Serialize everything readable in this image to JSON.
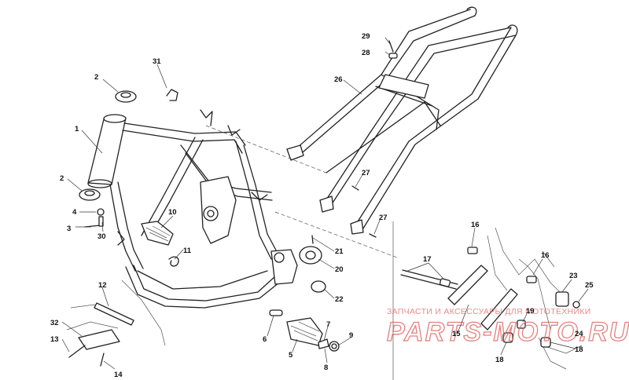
{
  "diagram": {
    "callouts": [
      {
        "id": "1",
        "label": "1"
      },
      {
        "id": "2a",
        "label": "2"
      },
      {
        "id": "2b",
        "label": "2"
      },
      {
        "id": "3",
        "label": "3"
      },
      {
        "id": "4",
        "label": "4"
      },
      {
        "id": "5",
        "label": "5"
      },
      {
        "id": "6",
        "label": "6"
      },
      {
        "id": "7",
        "label": "7"
      },
      {
        "id": "8",
        "label": "8"
      },
      {
        "id": "9",
        "label": "9"
      },
      {
        "id": "10",
        "label": "10"
      },
      {
        "id": "11",
        "label": "11"
      },
      {
        "id": "12",
        "label": "12"
      },
      {
        "id": "13",
        "label": "13"
      },
      {
        "id": "14",
        "label": "14"
      },
      {
        "id": "15",
        "label": "15"
      },
      {
        "id": "16a",
        "label": "16"
      },
      {
        "id": "16b",
        "label": "16"
      },
      {
        "id": "17",
        "label": "17"
      },
      {
        "id": "18a",
        "label": "18"
      },
      {
        "id": "18b",
        "label": "18"
      },
      {
        "id": "19",
        "label": "19"
      },
      {
        "id": "20",
        "label": "20"
      },
      {
        "id": "21",
        "label": "21"
      },
      {
        "id": "22",
        "label": "22"
      },
      {
        "id": "23",
        "label": "23"
      },
      {
        "id": "24",
        "label": "24"
      },
      {
        "id": "25",
        "label": "25"
      },
      {
        "id": "26",
        "label": "26"
      },
      {
        "id": "27a",
        "label": "27"
      },
      {
        "id": "27b",
        "label": "27"
      },
      {
        "id": "28",
        "label": "28"
      },
      {
        "id": "29",
        "label": "29"
      },
      {
        "id": "30",
        "label": "30"
      },
      {
        "id": "31",
        "label": "31"
      },
      {
        "id": "32",
        "label": "32"
      }
    ]
  },
  "watermark": {
    "caption": "ЗАПЧАСТИ И АКСЕССУАРЫ ДЛЯ МОТОТЕХНИКИ",
    "logo": "PARTS-MOTO.RU",
    "color": "#e06060"
  }
}
